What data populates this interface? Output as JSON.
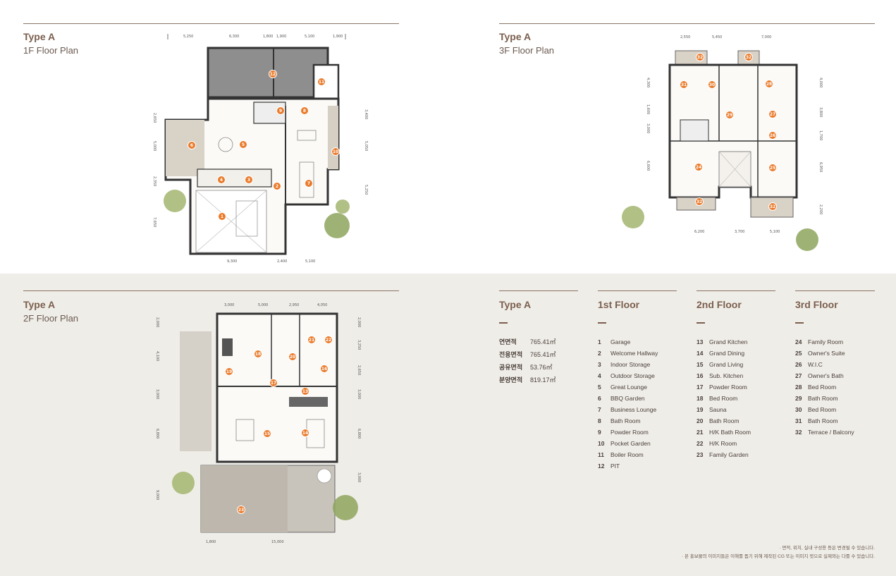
{
  "plans": {
    "f1": {
      "type": "Type A",
      "name": "1F Floor Plan",
      "dims_top": [
        "5,250",
        "6,300",
        "1,800",
        "1,900",
        "5,100",
        "1,900"
      ],
      "dims_bottom": [
        "9,300",
        "2,400",
        "5,100"
      ],
      "dims_left": [
        "2,650",
        "5,000",
        "2,350",
        "7,650"
      ],
      "dims_right": [
        "3,400",
        "5,050",
        "5,250"
      ]
    },
    "f3": {
      "type": "Type A",
      "name": "3F Floor Plan",
      "dims_top": [
        "2,550",
        "5,450",
        "7,000"
      ],
      "dims_bottom": [
        "6,200",
        "3,700",
        "5,100"
      ],
      "dims_left": [
        "4,300",
        "1,600",
        "3,000",
        "6,600"
      ],
      "dims_right": [
        "4,000",
        "3,800",
        "1,700",
        "6,950",
        "2,200"
      ]
    },
    "f2": {
      "type": "Type A",
      "name": "2F Floor Plan",
      "dims_top": [
        "3,000",
        "5,000",
        "2,950",
        "4,050"
      ],
      "dims_bottom": [
        "1,800",
        "15,000"
      ],
      "dims_left": [
        "2,000",
        "4,100",
        "3,000",
        "6,800",
        "9,000"
      ],
      "dims_right": [
        "2,000",
        "3,250",
        "2,650",
        "3,000",
        "6,800",
        "3,000"
      ]
    }
  },
  "legend": {
    "area_title": "Type A",
    "areas": [
      {
        "k": "연면적",
        "v": "765.41㎡"
      },
      {
        "k": "전용면적",
        "v": "765.41㎡"
      },
      {
        "k": "공유면적",
        "v": "53.76㎡"
      },
      {
        "k": "분양면적",
        "v": "819.17㎡"
      }
    ],
    "floors": [
      {
        "title": "1st Floor",
        "items": [
          {
            "n": "1",
            "t": "Garage"
          },
          {
            "n": "2",
            "t": "Welcome Hallway"
          },
          {
            "n": "3",
            "t": "Indoor Storage"
          },
          {
            "n": "4",
            "t": "Outdoor Storage"
          },
          {
            "n": "5",
            "t": "Great Lounge"
          },
          {
            "n": "6",
            "t": "BBQ Garden"
          },
          {
            "n": "7",
            "t": "Business Lounge"
          },
          {
            "n": "8",
            "t": "Bath Room"
          },
          {
            "n": "9",
            "t": "Powder Room"
          },
          {
            "n": "10",
            "t": "Pocket Garden"
          },
          {
            "n": "11",
            "t": "Boiler Room"
          },
          {
            "n": "12",
            "t": "PIT"
          }
        ]
      },
      {
        "title": "2nd Floor",
        "items": [
          {
            "n": "13",
            "t": "Grand Kitchen"
          },
          {
            "n": "14",
            "t": "Grand Dining"
          },
          {
            "n": "15",
            "t": "Grand Living"
          },
          {
            "n": "16",
            "t": "Sub. Kitchen"
          },
          {
            "n": "17",
            "t": "Powder Room"
          },
          {
            "n": "18",
            "t": "Bed Room"
          },
          {
            "n": "19",
            "t": "Sauna"
          },
          {
            "n": "20",
            "t": "Bath Room"
          },
          {
            "n": "21",
            "t": "H/K Bath Room"
          },
          {
            "n": "22",
            "t": "H/K Room"
          },
          {
            "n": "23",
            "t": "Family Garden"
          }
        ]
      },
      {
        "title": "3rd Floor",
        "items": [
          {
            "n": "24",
            "t": "Family Room"
          },
          {
            "n": "25",
            "t": "Owner's Suite"
          },
          {
            "n": "26",
            "t": "W.I.C"
          },
          {
            "n": "27",
            "t": "Owner's Bath"
          },
          {
            "n": "28",
            "t": "Bed Room"
          },
          {
            "n": "29",
            "t": "Bath Room"
          },
          {
            "n": "30",
            "t": "Bed Room"
          },
          {
            "n": "31",
            "t": "Bath Room"
          },
          {
            "n": "32",
            "t": "Terrace / Balcony"
          }
        ]
      }
    ]
  },
  "notes": [
    "· 면적, 위치, 실내 구성용 등은 변경될 수 있습니다.",
    "· 본 홍보물의 이미지들은 이해를 돕기 위해 제작된 CG 또는 이미지 컷으로 실제와는 다를 수 있습니다."
  ],
  "colors": {
    "accent": "#ea7b2b",
    "brand": "#7b5f4e",
    "band": "#efede8"
  },
  "markers_1f": [
    "1",
    "2",
    "3",
    "4",
    "5",
    "6",
    "7",
    "8",
    "9",
    "10",
    "11",
    "12"
  ],
  "markers_2f": [
    "13",
    "14",
    "15",
    "16",
    "17",
    "18",
    "19",
    "20",
    "21",
    "22",
    "23"
  ],
  "markers_3f": [
    "24",
    "25",
    "26",
    "27",
    "28",
    "29",
    "30",
    "31",
    "32",
    "32",
    "32",
    "32"
  ]
}
